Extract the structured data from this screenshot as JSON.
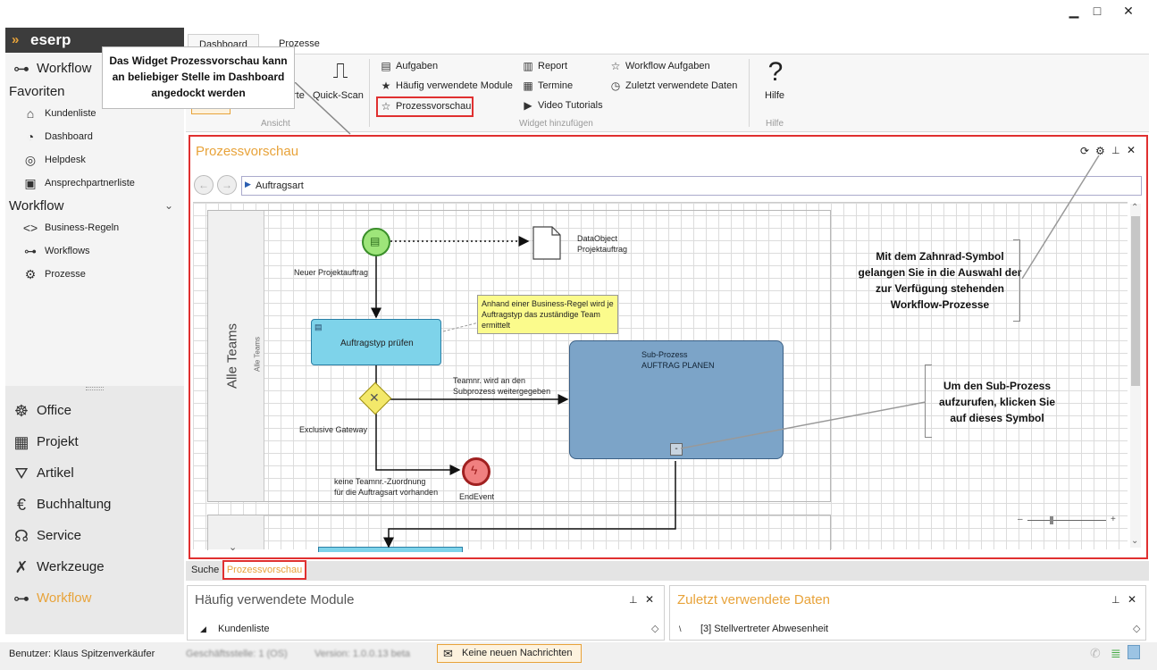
{
  "window": {
    "minimize": "▁",
    "maximize": "□",
    "close": "✕"
  },
  "logo": {
    "text": "eserp"
  },
  "left": {
    "workflow_header": "Workflow",
    "favorites_title": "Favoriten",
    "favorites": [
      "Kundenliste",
      "Dashboard",
      "Helpdesk",
      "Ansprechpartnerliste"
    ],
    "workflow_section_title": "Workflow",
    "workflow_items": [
      "Business-Regeln",
      "Workflows",
      "Prozesse"
    ],
    "modules": [
      "Office",
      "Projekt",
      "Artikel",
      "Buchhaltung",
      "Service",
      "Werkzeuge",
      "Workflow"
    ],
    "accent": "#e8a33a"
  },
  "tabs": [
    "Dashboard",
    "Prozesse"
  ],
  "ribbon": {
    "ansicht_partial": "rte",
    "quickscan": "Quick-Scan",
    "group_ansicht": "Ansicht",
    "col1": [
      "Aufgaben",
      "Häufig verwendete Module",
      "Prozessvorschau"
    ],
    "col2": [
      "Report",
      "Termine",
      "Video Tutorials"
    ],
    "col3": [
      "Workflow Aufgaben",
      "Zuletzt verwendete Daten"
    ],
    "group_widget": "Widget hinzufügen",
    "help_label": "Hilfe",
    "group_help": "Hilfe"
  },
  "callouts": {
    "top": "Das Widget Prozessvorschau kann an beliebiger Stelle im Dashboard angedockt werden",
    "gear": "Mit dem Zahnrad-Symbol gelangen Sie in die Auswahl der zur Verfügung stehenden Workflow-Prozesse",
    "subprocess": "Um den Sub-Prozess aufzurufen, klicken Sie auf dieses Symbol"
  },
  "widget": {
    "title": "Prozessvorschau",
    "breadcrumb": "Auftragsart",
    "accent": "#e8a33a",
    "border": "#e03030"
  },
  "diagram": {
    "lane_title": "Alle Teams",
    "lane_subtitle": "Alle Teams",
    "data_object": "DataObject\nProjektauftrag",
    "flow_new": "Neuer Projektauftrag",
    "task": "Auftragstyp prüfen",
    "annotation": "Anhand einer Business-Regel wird je Auftragstyp das zuständige Team ermittelt",
    "flow_team": "Teamnr. wird an den\nSubprozess weitergegeben",
    "gateway": "Exclusive Gateway",
    "subprocess": "Sub-Prozess\nAUFTRAG PLANEN",
    "no_team": "keine Teamnr.-Zuordnung\nfür die Auftragsart vorhanden",
    "end_event": "EndEvent",
    "collapse": "-"
  },
  "bottom_tabs": [
    "Suche",
    "Prozessvorschau"
  ],
  "panels": {
    "left_title": "Häufig verwendete Module",
    "left_item": "Kundenliste",
    "right_title": "Zuletzt verwendete Daten",
    "right_item": "[3] Stellvertreter Abwesenheit"
  },
  "status": {
    "user": "Benutzer: Klaus Spitzenverkäufer",
    "branch": "Geschäftsstelle: 1 (OS)",
    "version": "Version: 1.0.0.13 beta",
    "messages": "Keine neuen Nachrichten"
  }
}
